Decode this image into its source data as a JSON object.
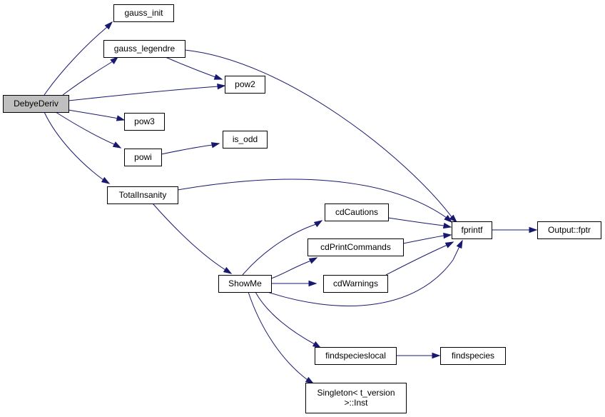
{
  "graph": {
    "nodes": [
      {
        "id": "debyederiv",
        "label": [
          "DebyeDeriv"
        ],
        "highlighted": true
      },
      {
        "id": "gauss_init",
        "label": [
          "gauss_init"
        ]
      },
      {
        "id": "gauss_legendre",
        "label": [
          "gauss_legendre"
        ]
      },
      {
        "id": "pow2",
        "label": [
          "pow2"
        ]
      },
      {
        "id": "pow3",
        "label": [
          "pow3"
        ]
      },
      {
        "id": "powi",
        "label": [
          "powi"
        ]
      },
      {
        "id": "is_odd",
        "label": [
          "is_odd"
        ]
      },
      {
        "id": "totalinsanity",
        "label": [
          "TotalInsanity"
        ]
      },
      {
        "id": "cdcautions",
        "label": [
          "cdCautions"
        ]
      },
      {
        "id": "cdprintcommands",
        "label": [
          "cdPrintCommands"
        ]
      },
      {
        "id": "fprintf",
        "label": [
          "fprintf"
        ]
      },
      {
        "id": "output_fptr",
        "label": [
          "Output::fptr"
        ]
      },
      {
        "id": "showme",
        "label": [
          "ShowMe"
        ]
      },
      {
        "id": "cdwarnings",
        "label": [
          "cdWarnings"
        ]
      },
      {
        "id": "findspecieslocal",
        "label": [
          "findspecieslocal"
        ]
      },
      {
        "id": "findspecies",
        "label": [
          "findspecies"
        ]
      },
      {
        "id": "singleton_inst",
        "label": [
          "Singleton< t_version",
          ">::Inst"
        ]
      }
    ],
    "edges": [
      {
        "from": "debyederiv",
        "to": "gauss_init"
      },
      {
        "from": "debyederiv",
        "to": "gauss_legendre"
      },
      {
        "from": "debyederiv",
        "to": "pow2"
      },
      {
        "from": "debyederiv",
        "to": "pow3"
      },
      {
        "from": "debyederiv",
        "to": "powi"
      },
      {
        "from": "debyederiv",
        "to": "totalinsanity"
      },
      {
        "from": "gauss_legendre",
        "to": "pow2"
      },
      {
        "from": "gauss_legendre",
        "to": "fprintf"
      },
      {
        "from": "powi",
        "to": "is_odd"
      },
      {
        "from": "totalinsanity",
        "to": "fprintf"
      },
      {
        "from": "totalinsanity",
        "to": "showme"
      },
      {
        "from": "showme",
        "to": "cdcautions"
      },
      {
        "from": "showme",
        "to": "cdprintcommands"
      },
      {
        "from": "showme",
        "to": "cdwarnings"
      },
      {
        "from": "showme",
        "to": "fprintf"
      },
      {
        "from": "showme",
        "to": "findspecieslocal"
      },
      {
        "from": "showme",
        "to": "singleton_inst"
      },
      {
        "from": "cdcautions",
        "to": "fprintf"
      },
      {
        "from": "cdprintcommands",
        "to": "fprintf"
      },
      {
        "from": "cdwarnings",
        "to": "fprintf"
      },
      {
        "from": "fprintf",
        "to": "output_fptr"
      },
      {
        "from": "findspecieslocal",
        "to": "findspecies"
      }
    ],
    "colors": {
      "edge": "#191970",
      "node_border": "#000000",
      "node_fill": "#ffffff",
      "highlight_fill": "#bfbfbf"
    }
  }
}
